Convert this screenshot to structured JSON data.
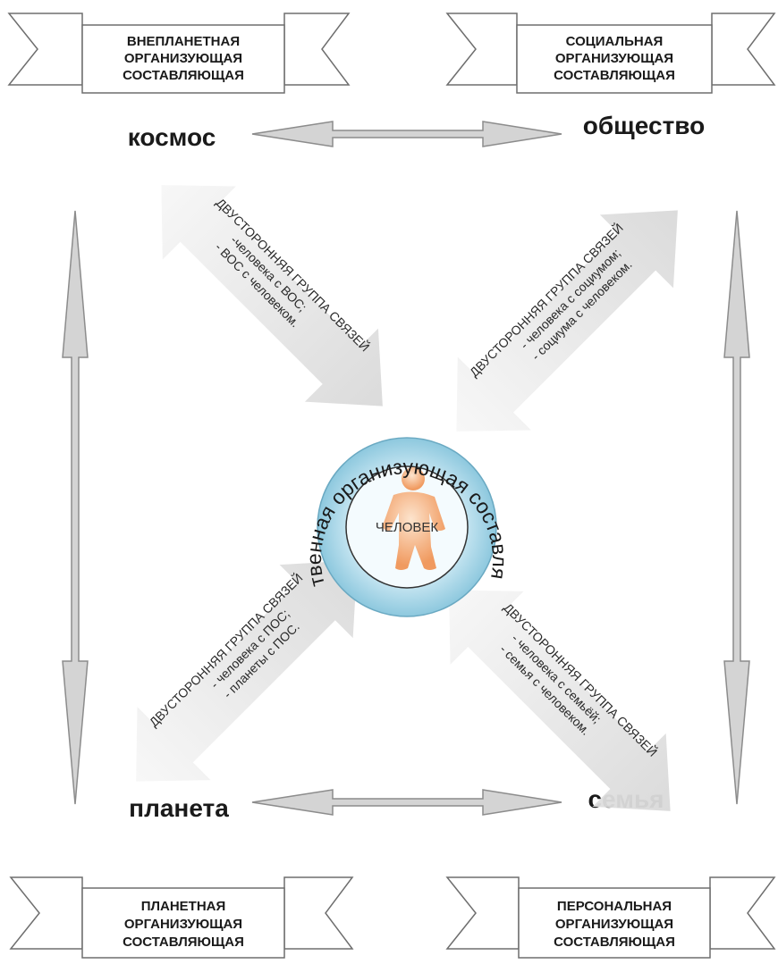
{
  "banners": {
    "top_left": [
      "ВНЕПЛАНЕТНАЯ",
      "ОРГАНИЗУЮЩАЯ",
      "СОСТАВЛЯЮЩАЯ"
    ],
    "top_right": [
      "СОЦИАЛЬНАЯ",
      "ОРГАНИЗУЮЩАЯ",
      "СОСТАВЛЯЮЩАЯ"
    ],
    "bottom_left": [
      "ПЛАНЕТНАЯ",
      "ОРГАНИЗУЮЩАЯ",
      "СОСТАВЛЯЮЩАЯ"
    ],
    "bottom_right": [
      "ПЕРСОНАЛЬНАЯ",
      "ОРГАНИЗУЮЩАЯ",
      "СОСТАВЛЯЮЩАЯ"
    ]
  },
  "nodes": {
    "cosmos": "космос",
    "society": "общество",
    "planet": "планета",
    "family": "семья"
  },
  "connections": {
    "top_left": [
      "ДВУСТОРОННЯЯ ГРУППА СВЯЗЕЙ",
      "-человека с ВОС;",
      "- ВОС с человеком."
    ],
    "top_right": [
      "ДВУСТОРОННЯЯ ГРУППА СВЯЗЕЙ",
      "- человека с социумом;",
      "- социума с человеком."
    ],
    "bottom_left": [
      "ДВУСТОРОННЯЯ ГРУППА СВЯЗЕЙ",
      "- человека с ПОС;",
      "- планеты с ПОС."
    ],
    "bottom_right": [
      "ДВУСТОРОННЯЯ ГРУППА СВЯЗЕЙ",
      "- человека с семьёй;",
      "- семья с человеком."
    ]
  },
  "center": {
    "ring_label": "Собственная организующая составляющая",
    "person_label": "ЧЕЛОВЕК"
  },
  "colors": {
    "arrow_fill": "#d4d4d4",
    "arrow_stroke": "#8c8c8c",
    "diag_fill": "#e6e6e6",
    "circle_outer": "#9fd3e6",
    "circle_inner": "#f2fbff",
    "figure": "#f3a56a"
  }
}
